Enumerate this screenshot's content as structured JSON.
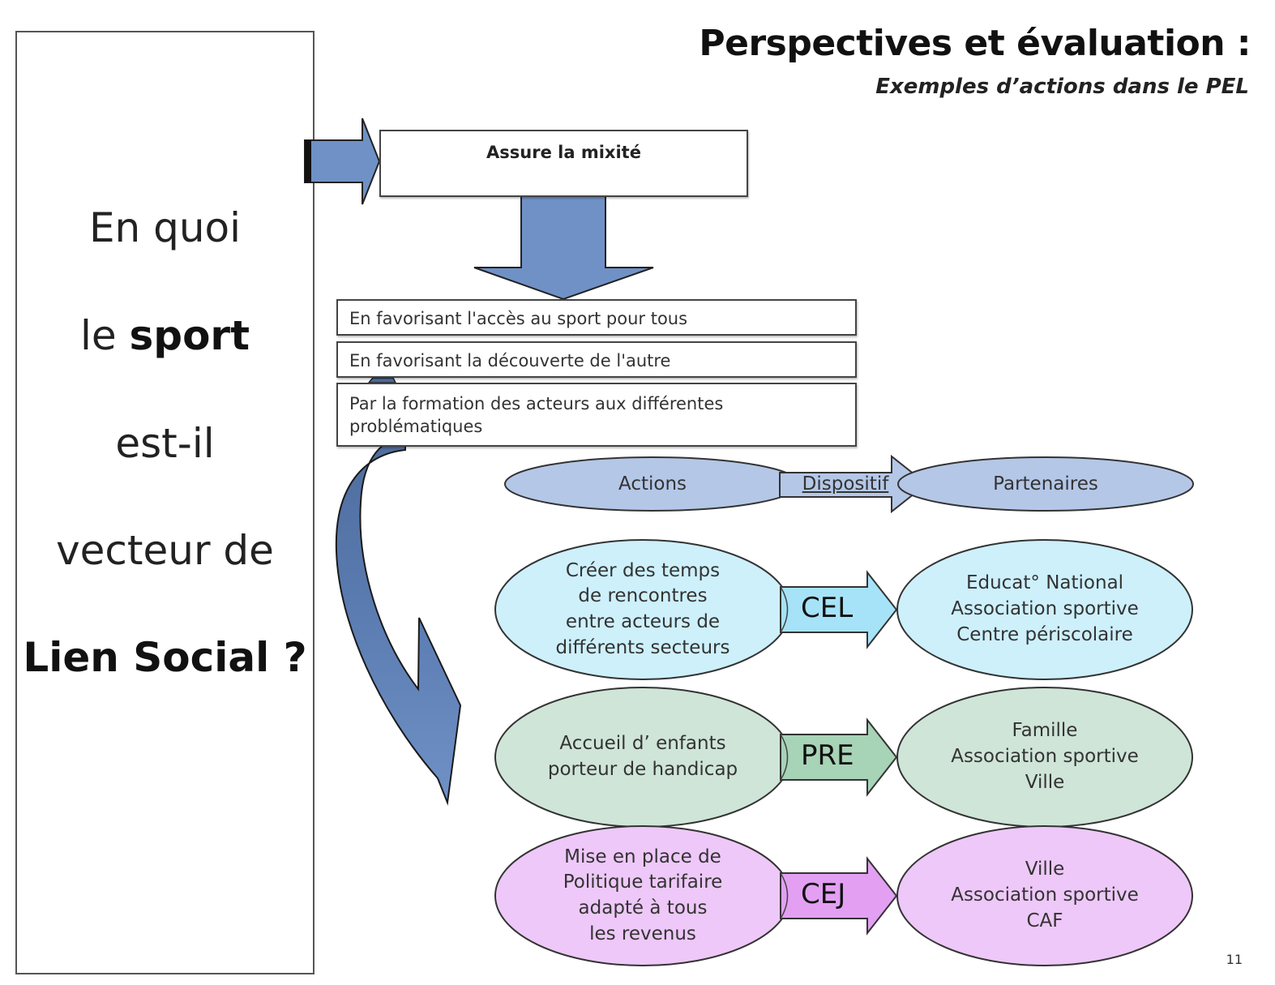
{
  "header": {
    "title": "Perspectives et évaluation :",
    "subtitle": "Exemples d’actions dans le PEL"
  },
  "question_panel": {
    "line1": "En quoi",
    "line2_prefix": "le ",
    "line2_bold": "sport",
    "line3": "est-il",
    "line4": "vecteur de",
    "line5": "Lien Social ?"
  },
  "goal_box": {
    "label": "Assure la mixité"
  },
  "means": [
    {
      "label": "En favorisant l'accès au sport pour tous"
    },
    {
      "label": "En favorisant la découverte de l'autre"
    },
    {
      "label": "Par la formation des acteurs aux différentes problématiques"
    }
  ],
  "legend_row": {
    "actions": "Actions",
    "dispositif": "Dispositif",
    "partenaires": "Partenaires",
    "color": "#b4c7e7"
  },
  "rows": [
    {
      "action": "Créer des temps de rencontres entre acteurs de différents secteurs",
      "action_lines": [
        "Créer des temps",
        "de rencontres",
        "entre acteurs de",
        "différents secteurs"
      ],
      "dispositif": "CEL",
      "partners_lines": [
        "Educat° National",
        "Association sportive",
        "Centre périscolaire"
      ],
      "fill": "#cdf0fb",
      "arrow_fill": "#a6e3f8"
    },
    {
      "action": "Accueil d’enfants porteur de handicap",
      "action_lines": [
        "Accueil d’ enfants",
        "porteur de handicap"
      ],
      "dispositif": "PRE",
      "partners_lines": [
        "Famille",
        "Association sportive",
        "Ville"
      ],
      "fill": "#cfe5d8",
      "arrow_fill": "#a7d3b7"
    },
    {
      "action": "Mise en place de Politique tarifaire adapté à tous les revenus",
      "action_lines": [
        "Mise en place de",
        "Politique tarifaire",
        "adapté à tous",
        "les revenus"
      ],
      "dispositif": "CEJ",
      "partners_lines": [
        "Ville",
        "Association sportive",
        "CAF"
      ],
      "fill": "#eec8f8",
      "arrow_fill": "#e3a0f3"
    }
  ],
  "accent_arrow_color": "#6f91c6",
  "page_number": "11"
}
